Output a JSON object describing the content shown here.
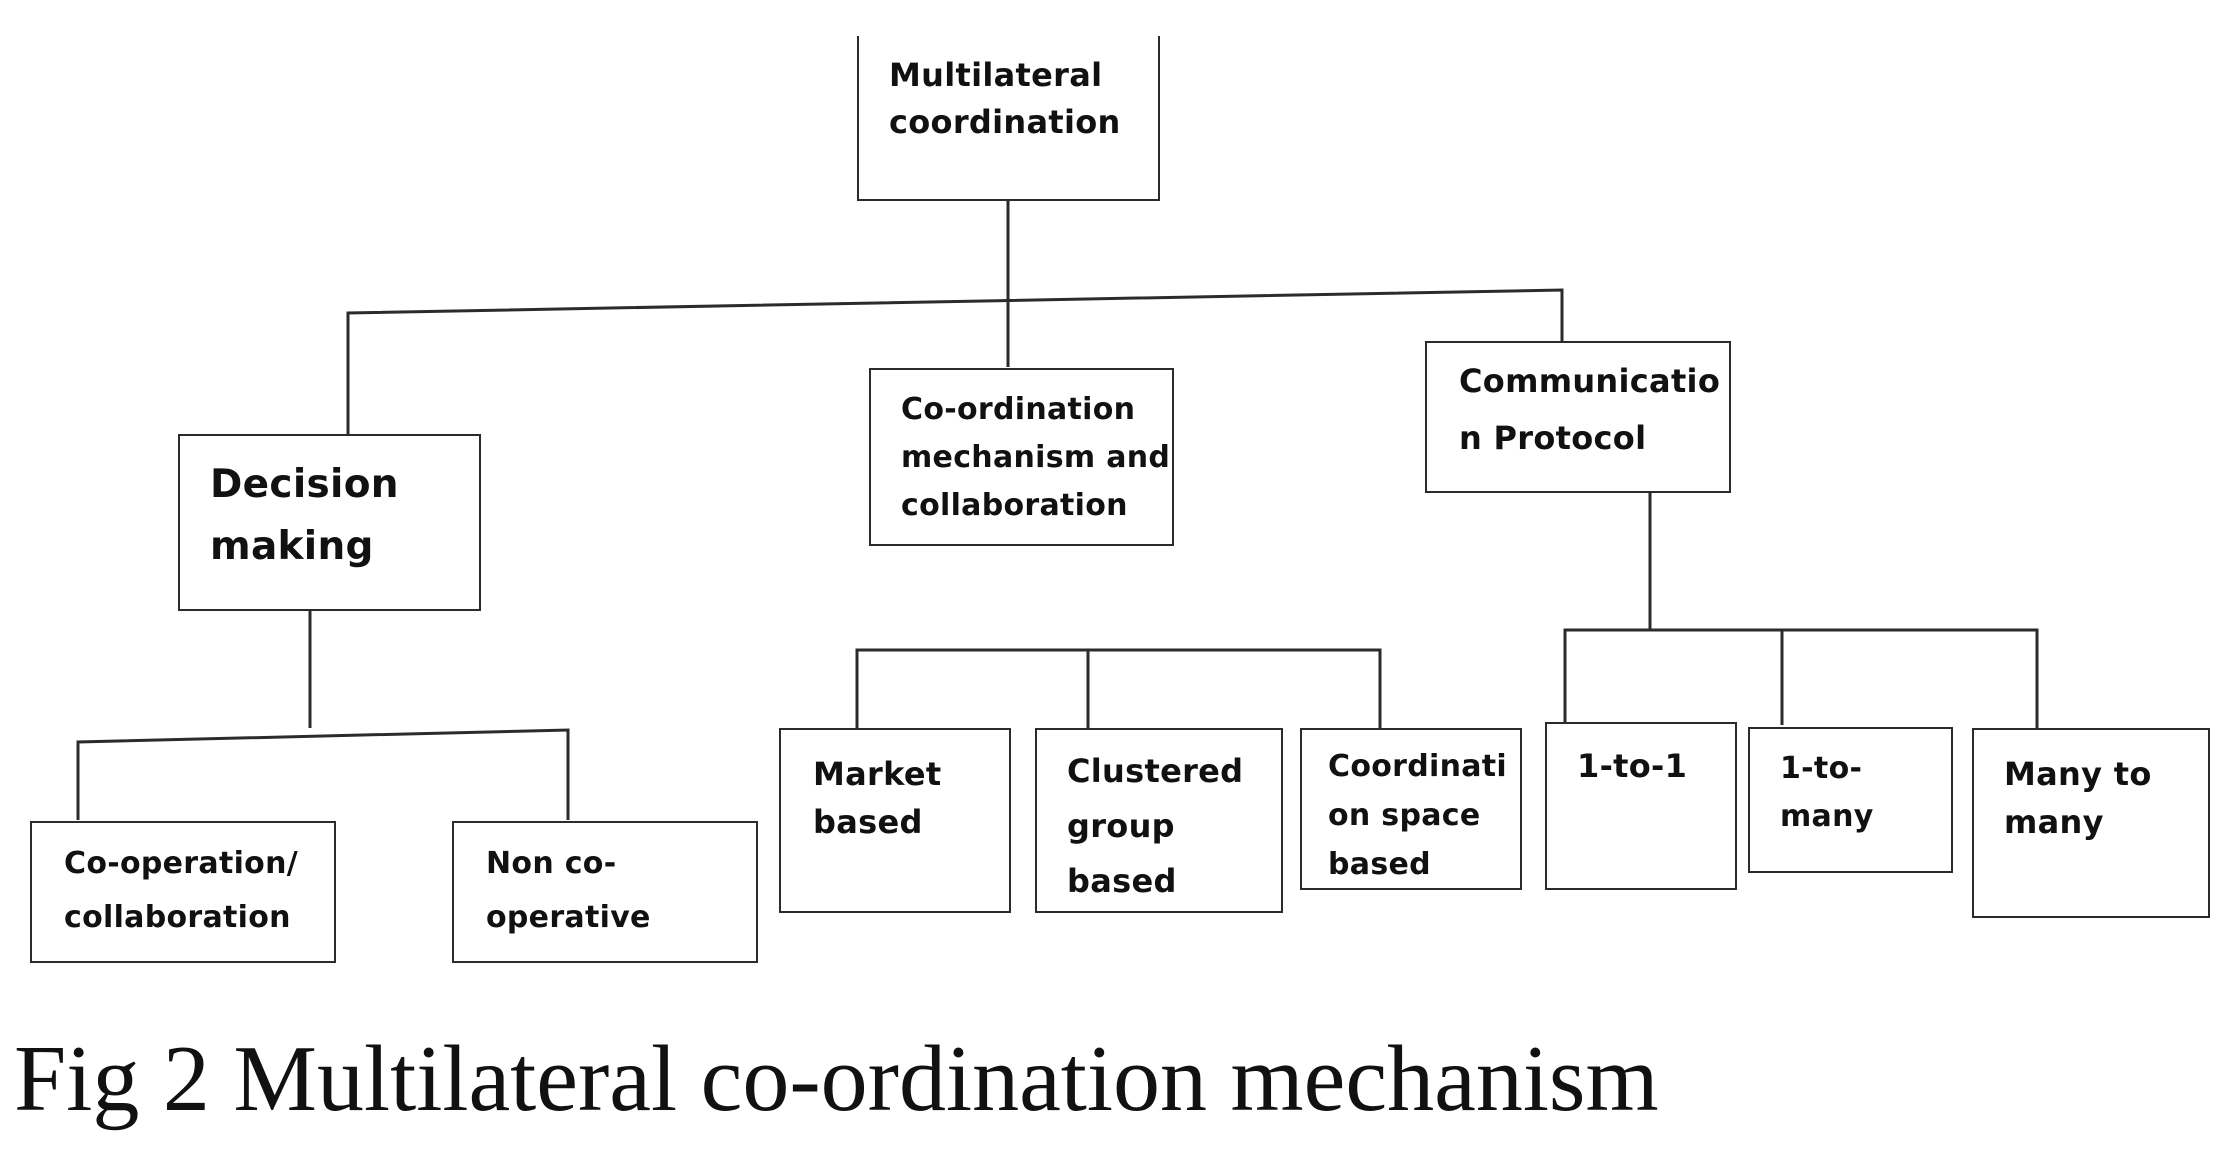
{
  "nodes": {
    "root": "Multilateral\ncoordination",
    "decision": "Decision\nmaking",
    "mechanism": "Co-ordination\nmechanism and\ncollaboration",
    "communication": "Communicatio\nn Protocol",
    "cooperation": "Co-operation/\ncollaboration",
    "noncoop": "Non co-\noperative",
    "market": "Market\nbased",
    "clustered": "Clustered\ngroup\nbased",
    "coordspace": "Coordinati\non space\nbased",
    "one_to_one": "1-to-1",
    "one_to_many": "1-to-\nmany",
    "many_to_many": "Many to\nmany"
  },
  "caption": "Fig 2 Multilateral co-ordination mechanism"
}
